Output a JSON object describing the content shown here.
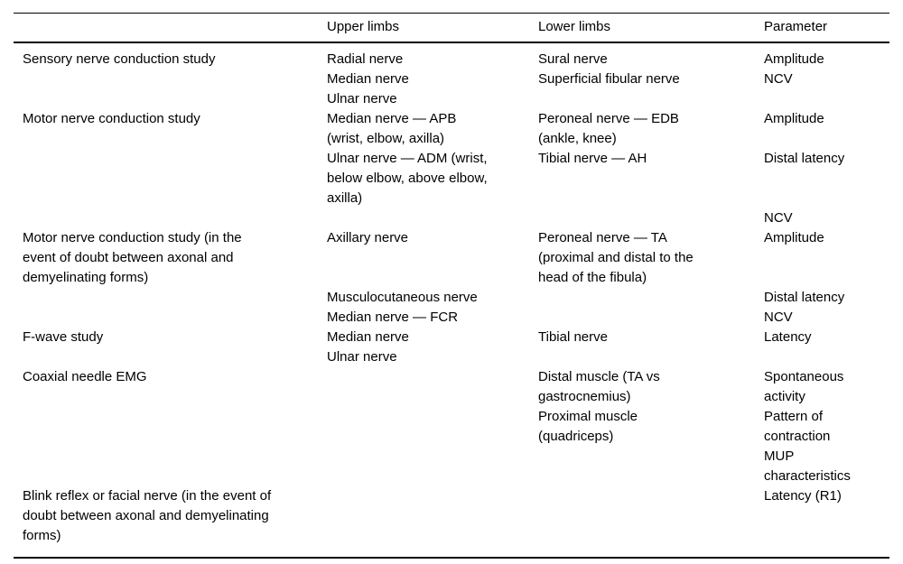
{
  "colors": {
    "background": "#ffffff",
    "text": "#000000",
    "rule": "#000000"
  },
  "table": {
    "columns": [
      {
        "key": "study",
        "header": ""
      },
      {
        "key": "upper_limbs",
        "header": "Upper limbs"
      },
      {
        "key": "lower_limbs",
        "header": "Lower limbs"
      },
      {
        "key": "parameter",
        "header": "Parameter"
      }
    ],
    "rows": [
      {
        "cells": [
          {
            "lines": [
              "Sensory nerve conduction study"
            ]
          },
          {
            "lines": [
              "Radial nerve",
              "Median nerve",
              "Ulnar nerve"
            ]
          },
          {
            "lines": [
              "Sural nerve",
              "Superficial fibular nerve"
            ]
          },
          {
            "lines": [
              "Amplitude",
              "NCV"
            ]
          }
        ]
      },
      {
        "cells": [
          {
            "lines": [
              "Motor nerve conduction study"
            ]
          },
          {
            "lines": [
              "Median nerve — APB",
              "(wrist, elbow, axilla)",
              "Ulnar nerve — ADM (wrist,",
              "below elbow, above elbow,",
              "axilla)"
            ]
          },
          {
            "lines": [
              "Peroneal nerve — EDB",
              "(ankle, knee)",
              "Tibial nerve — AH"
            ]
          },
          {
            "lines": [
              "Amplitude",
              "",
              "Distal latency",
              "",
              "",
              "NCV"
            ]
          }
        ]
      },
      {
        "cells": [
          {
            "lines": [
              "Motor nerve conduction study (in the",
              "event of doubt between axonal and",
              "demyelinating forms)"
            ]
          },
          {
            "lines": [
              "Axillary nerve",
              "",
              "",
              "Musculocutaneous nerve",
              "Median nerve — FCR"
            ]
          },
          {
            "lines": [
              "Peroneal nerve — TA",
              "(proximal and distal to the",
              "head of the fibula)"
            ]
          },
          {
            "lines": [
              "Amplitude",
              "",
              "",
              "Distal latency",
              "NCV"
            ]
          }
        ]
      },
      {
        "cells": [
          {
            "lines": [
              "F-wave study"
            ]
          },
          {
            "lines": [
              "Median nerve",
              "Ulnar nerve"
            ]
          },
          {
            "lines": [
              "Tibial nerve"
            ]
          },
          {
            "lines": [
              "Latency"
            ]
          }
        ]
      },
      {
        "cells": [
          {
            "lines": [
              "Coaxial needle EMG"
            ]
          },
          {
            "lines": []
          },
          {
            "lines": [
              "Distal muscle (TA vs",
              "gastrocnemius)",
              "Proximal muscle",
              "(quadriceps)"
            ]
          },
          {
            "lines": [
              "Spontaneous",
              "activity",
              "Pattern of",
              "contraction",
              "MUP",
              "characteristics"
            ]
          }
        ]
      },
      {
        "cells": [
          {
            "lines": [
              "Blink reflex or facial nerve (in the event of",
              "doubt between axonal and demyelinating",
              "forms)"
            ]
          },
          {
            "lines": []
          },
          {
            "lines": []
          },
          {
            "lines": [
              "Latency (R1)"
            ]
          }
        ]
      }
    ]
  }
}
